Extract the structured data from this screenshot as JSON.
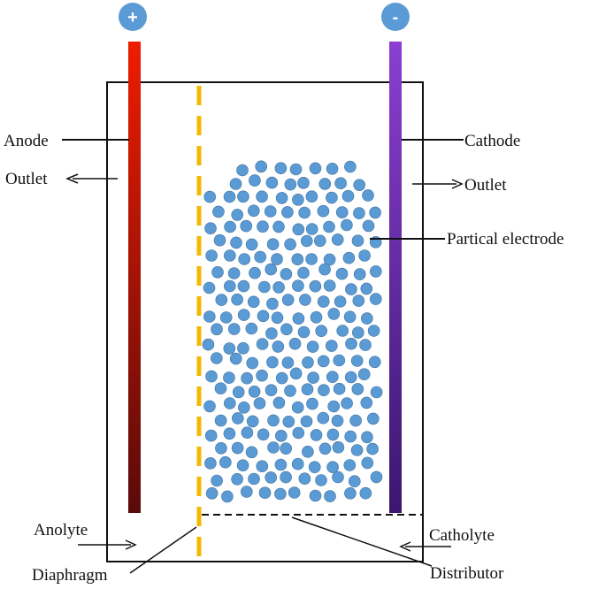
{
  "terminals": {
    "positive": {
      "symbol": "+",
      "color": "#5b9bd5"
    },
    "negative": {
      "symbol": "-",
      "color": "#5b9bd5"
    }
  },
  "labels": {
    "anode": "Anode",
    "outlet_left": "Outlet",
    "cathode": "Cathode",
    "outlet_right": "Outlet",
    "particle_electrode": "Partical electrode",
    "anolyte": "Anolyte",
    "catholyte": "Catholyte",
    "diaphragm": "Diaphragm",
    "distributor": "Distributor"
  },
  "colors": {
    "anode_top": "#ee1c00",
    "anode_bottom": "#5a0a0a",
    "cathode_top": "#8a3fd0",
    "cathode_bottom": "#3b1670",
    "diaphragm": "#f5b800",
    "particle": "#5b9bd5",
    "particle_stroke": "#41719c"
  }
}
